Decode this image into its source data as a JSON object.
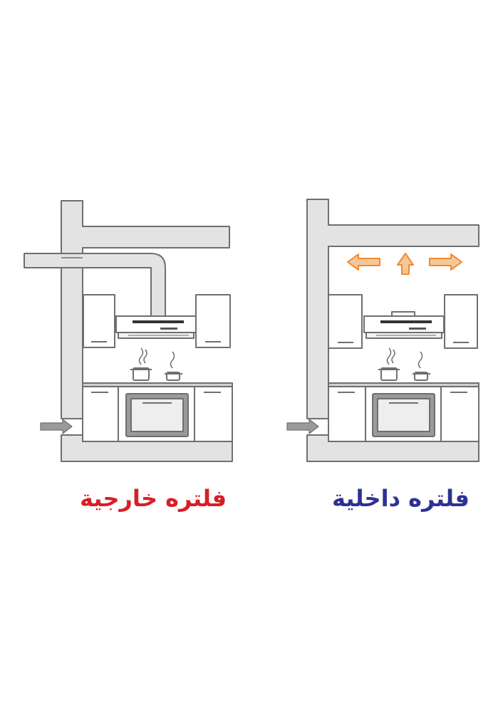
{
  "labels": {
    "external_filter": "فلتره خارجية",
    "internal_filter": "فلتره داخلية"
  },
  "colors": {
    "wall": "#e3e3e3",
    "outline": "#6f6f6f",
    "external_label": "#d81e25",
    "internal_label": "#2e3192",
    "airflow_arrow": "#f28a2e",
    "inlet_arrow": "#9a9a9a"
  },
  "panels": [
    {
      "id": "external",
      "icons": [
        "wall",
        "exhaust-duct",
        "upper-cabinet",
        "range-hood",
        "steaming-pot",
        "oven",
        "base-cabinet",
        "inlet-arrow"
      ]
    },
    {
      "id": "internal",
      "icons": [
        "wall",
        "upward-airflow-arrows",
        "upper-cabinet",
        "range-hood",
        "steaming-pot",
        "oven",
        "base-cabinet",
        "inlet-arrow"
      ]
    }
  ]
}
